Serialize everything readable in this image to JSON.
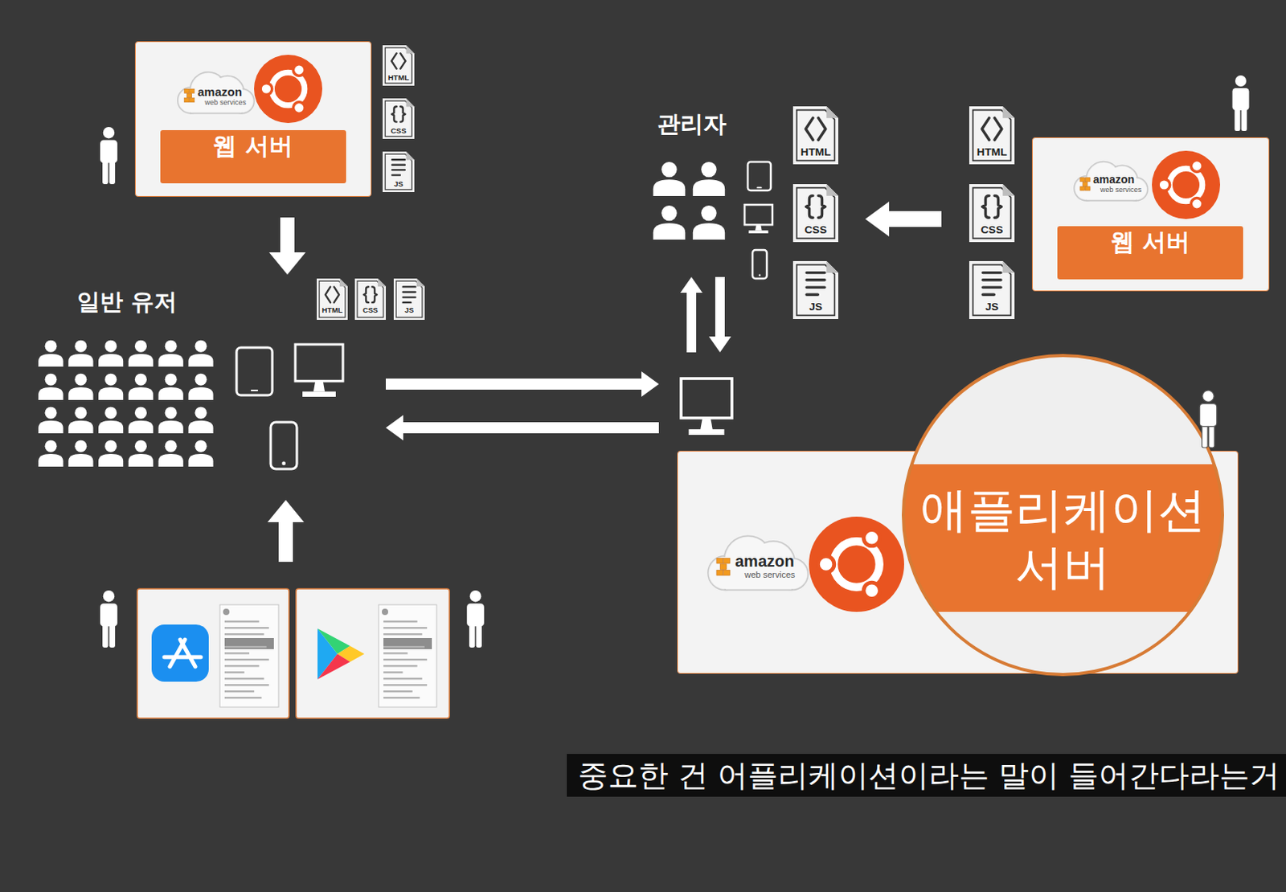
{
  "diagram": {
    "caption": "중요한 건 어플리케이션이라는 말이 들어간다라는거",
    "nodes": [
      {
        "text": [
          "웹 서버"
        ]
      },
      {
        "text": [
          "웹 서버"
        ]
      },
      {
        "text": [
          "애플리케이션 서버"
        ]
      }
    ],
    "labels": [
      "HTML",
      "CSS",
      "JS",
      "amazon",
      "web services",
      "일반 유저",
      "HTML",
      "CSS",
      "JS",
      "관리자",
      "HTML",
      "CSS",
      "JS",
      "HTML",
      "CSS",
      "JS",
      "amazon",
      "web services",
      "amazon",
      "web services"
    ]
  }
}
